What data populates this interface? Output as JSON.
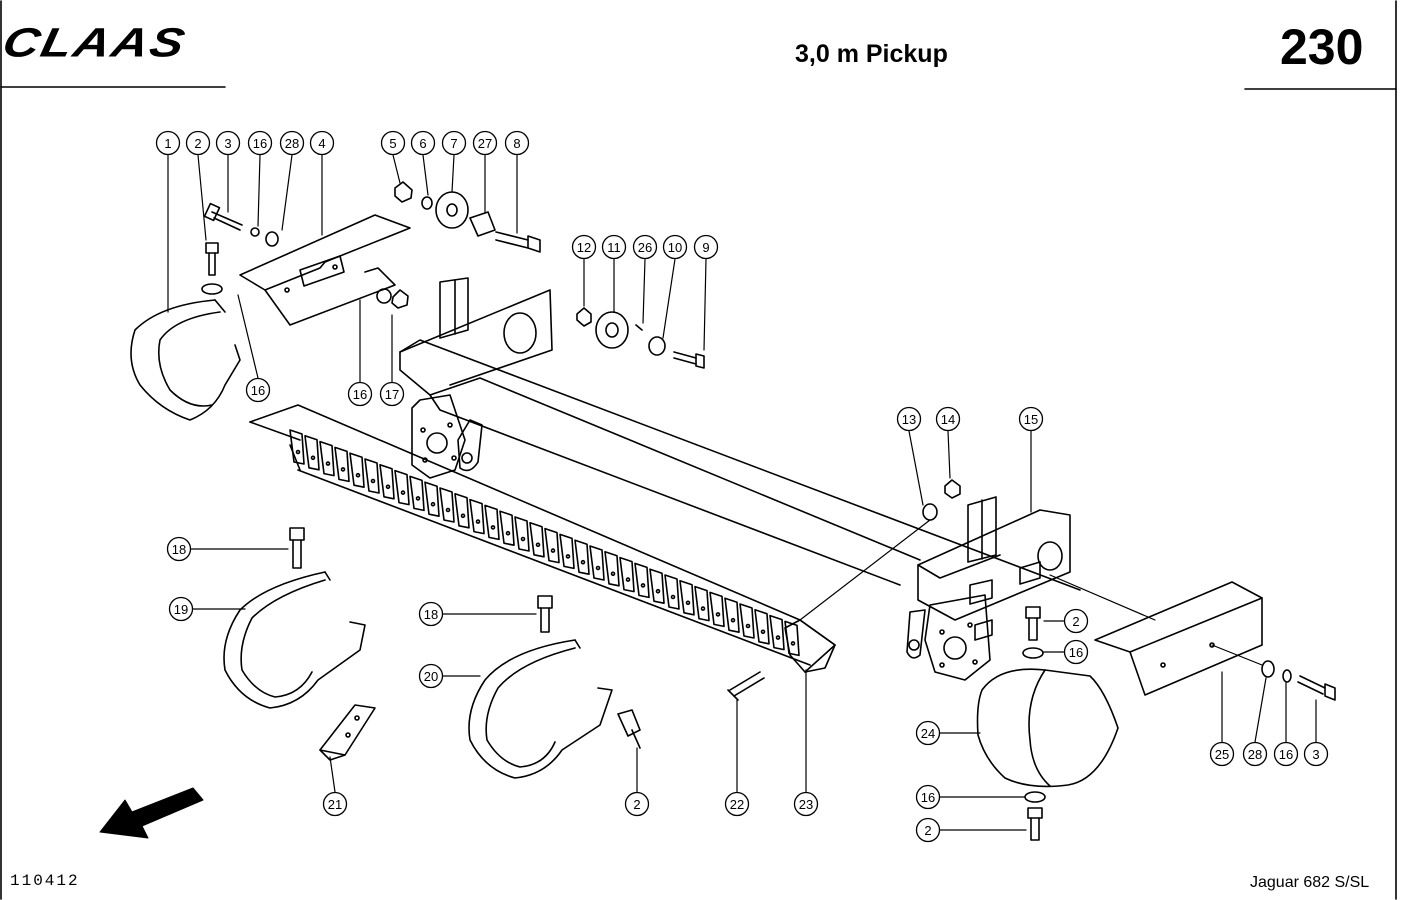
{
  "header": {
    "brand": "CLAAS",
    "title": "3,0 m Pickup",
    "page_number": "230"
  },
  "footer": {
    "drawing_number": "110412",
    "model": "Jaguar 682 S/SL"
  },
  "callouts": [
    {
      "id": "c1",
      "label": "1"
    },
    {
      "id": "c2a",
      "label": "2"
    },
    {
      "id": "c3a",
      "label": "3"
    },
    {
      "id": "c16a",
      "label": "16"
    },
    {
      "id": "c28a",
      "label": "28"
    },
    {
      "id": "c4",
      "label": "4"
    },
    {
      "id": "c5",
      "label": "5"
    },
    {
      "id": "c6",
      "label": "6"
    },
    {
      "id": "c7",
      "label": "7"
    },
    {
      "id": "c27",
      "label": "27"
    },
    {
      "id": "c8",
      "label": "8"
    },
    {
      "id": "c12",
      "label": "12"
    },
    {
      "id": "c11",
      "label": "11"
    },
    {
      "id": "c26",
      "label": "26"
    },
    {
      "id": "c10",
      "label": "10"
    },
    {
      "id": "c9",
      "label": "9"
    },
    {
      "id": "c16b",
      "label": "16"
    },
    {
      "id": "c16c",
      "label": "16"
    },
    {
      "id": "c17",
      "label": "17"
    },
    {
      "id": "c13",
      "label": "13"
    },
    {
      "id": "c14",
      "label": "14"
    },
    {
      "id": "c15",
      "label": "15"
    },
    {
      "id": "c18a",
      "label": "18"
    },
    {
      "id": "c19",
      "label": "19"
    },
    {
      "id": "c18b",
      "label": "18"
    },
    {
      "id": "c20",
      "label": "20"
    },
    {
      "id": "c21",
      "label": "21"
    },
    {
      "id": "c2b",
      "label": "2"
    },
    {
      "id": "c22",
      "label": "22"
    },
    {
      "id": "c23",
      "label": "23"
    },
    {
      "id": "c2c",
      "label": "2"
    },
    {
      "id": "c16d",
      "label": "16"
    },
    {
      "id": "c24",
      "label": "24"
    },
    {
      "id": "c16e",
      "label": "16"
    },
    {
      "id": "c2d",
      "label": "2"
    },
    {
      "id": "c25",
      "label": "25"
    },
    {
      "id": "c28b",
      "label": "28"
    },
    {
      "id": "c16f",
      "label": "16"
    },
    {
      "id": "c3b",
      "label": "3"
    }
  ]
}
